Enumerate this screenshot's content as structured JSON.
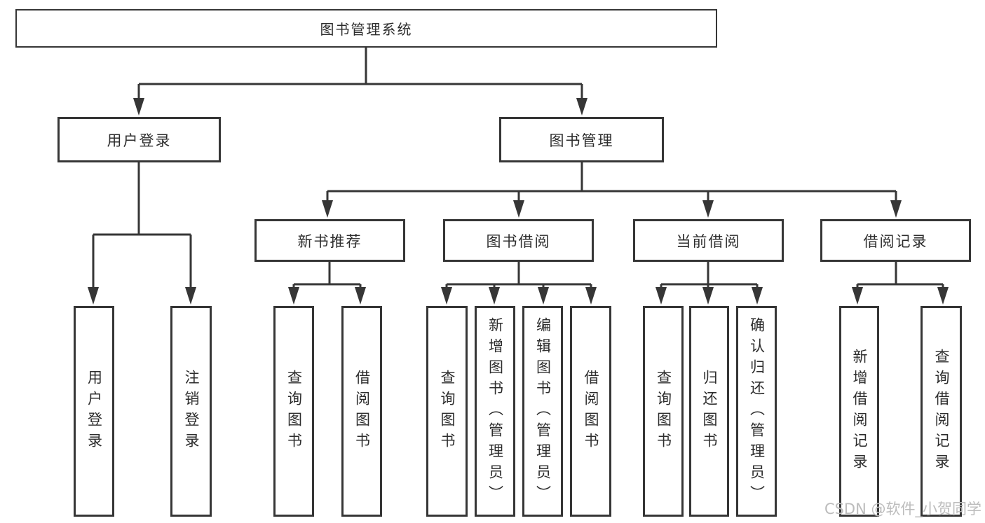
{
  "diagram": {
    "title": "图书管理系统",
    "colors": {
      "line": "#363636",
      "border": "#363636",
      "text": "#2d2d2d",
      "watermark": "#bcbcbc",
      "background": "#ffffff"
    },
    "root": {
      "label": "图书管理系统"
    },
    "level2": {
      "user_login": {
        "label": "用户登录"
      },
      "book_mgmt": {
        "label": "图书管理"
      }
    },
    "level3": {
      "new_books": {
        "label": "新书推荐"
      },
      "book_borrow": {
        "label": "图书借阅"
      },
      "current_borrow": {
        "label": "当前借阅"
      },
      "borrow_records": {
        "label": "借阅记录"
      }
    },
    "leaves": {
      "user_login": [
        "用户登录",
        "注销登录"
      ],
      "new_books": [
        "查询图书",
        "借阅图书"
      ],
      "book_borrow": [
        "查询图书",
        "新增图书（管理员）",
        "编辑图书（管理员）",
        "借阅图书"
      ],
      "current_borrow": [
        "查询图书",
        "归还图书",
        "确认归还（管理员）"
      ],
      "borrow_records": [
        "新增借阅记录",
        "查询借阅记录"
      ]
    },
    "watermark": "CSDN @软件_小贺同学"
  }
}
